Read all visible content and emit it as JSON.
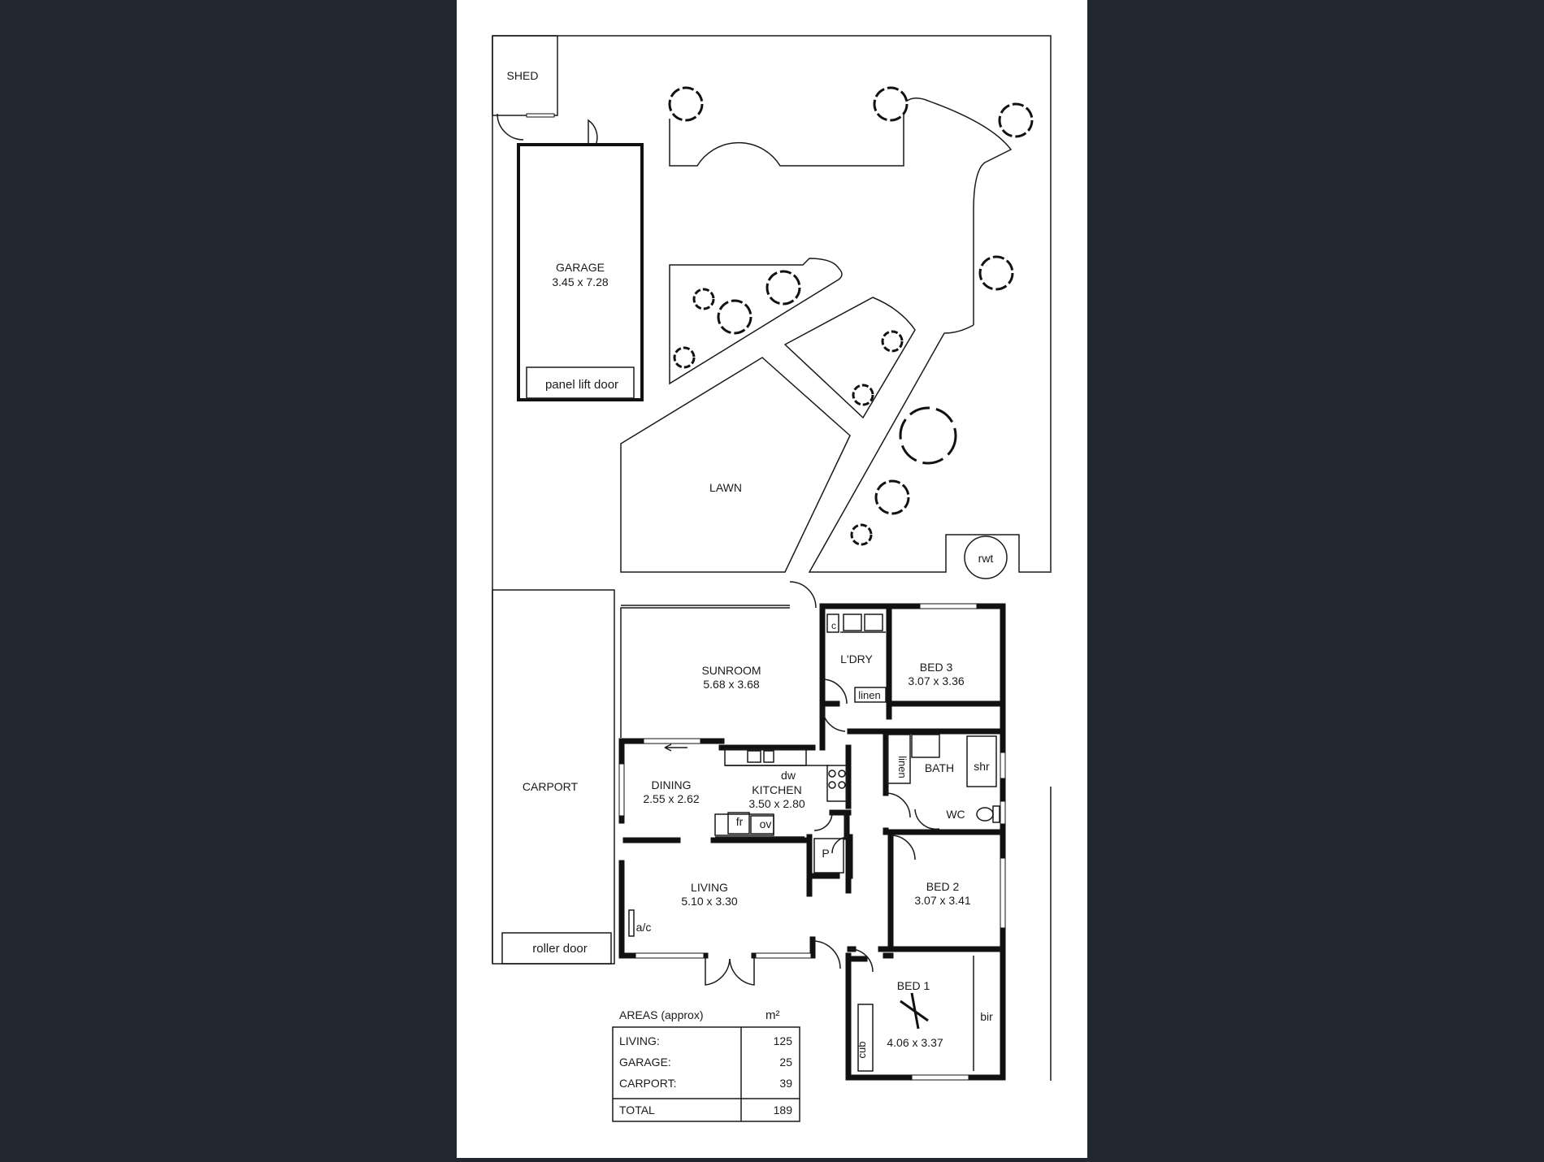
{
  "labels": {
    "shed": "SHED",
    "garage_name": "GARAGE",
    "garage_dim": "3.45 x 7.28",
    "panel_lift_door": "panel lift door",
    "lawn": "LAWN",
    "rwt": "rwt",
    "sunroom_name": "SUNROOM",
    "sunroom_dim": "5.68 x 3.68",
    "laundry": "L'DRY",
    "laundry_c": "c",
    "linen_top": "linen",
    "linen_side": "linen",
    "bed3_name": "BED 3",
    "bed3_dim": "3.07 x 3.36",
    "bath": "BATH",
    "shr": "shr",
    "wc": "WC",
    "carport": "CARPORT",
    "dining_name": "DINING",
    "dining_dim": "2.55 x 2.62",
    "dw": "dw",
    "kitchen_name": "KITCHEN",
    "kitchen_dim": "3.50 x 2.80",
    "fr": "fr",
    "ov": "ov",
    "pantry": "P",
    "living_name": "LIVING",
    "living_dim": "5.10 x 3.30",
    "ac": "a/c",
    "bed2_name": "BED 2",
    "bed2_dim": "3.07 x 3.41",
    "roller_door": "roller door",
    "bed1_name": "BED 1",
    "bed1_dim": "4.06 x 3.37",
    "bir": "bir",
    "cub": "cub"
  },
  "areas": {
    "title": "AREAS (approx)",
    "unit": "m²",
    "rows": [
      {
        "label": "LIVING:",
        "value": "125"
      },
      {
        "label": "GARAGE:",
        "value": "25"
      },
      {
        "label": "CARPORT:",
        "value": "39"
      }
    ],
    "total_label": "TOTAL",
    "total_value": "189"
  }
}
